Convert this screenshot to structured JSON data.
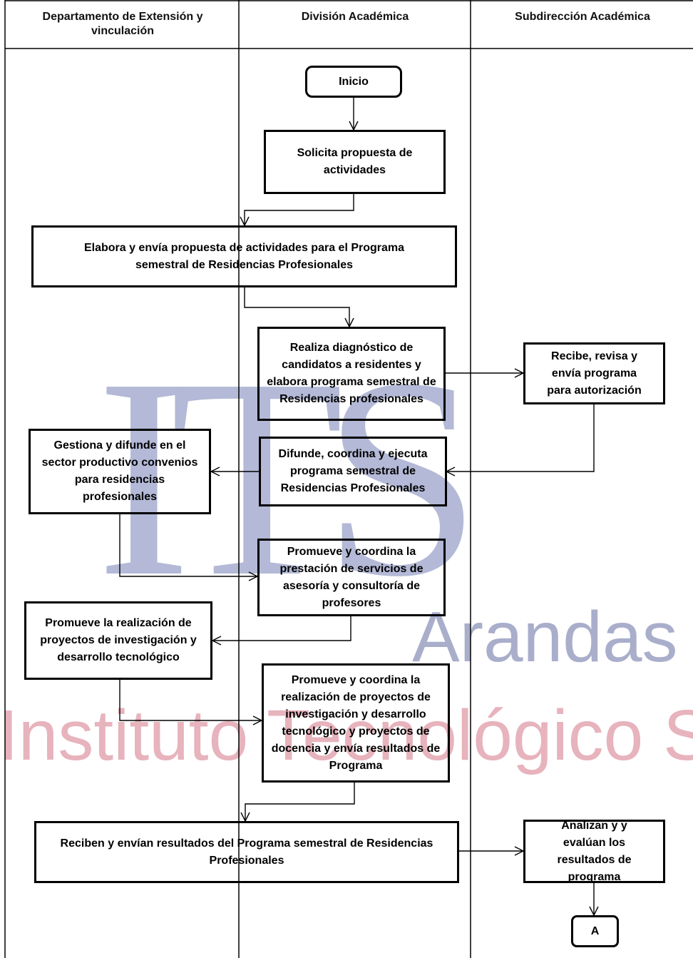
{
  "lanes": {
    "extension": "Departamento de Extensión y vinculación",
    "academic_division": "División Académica",
    "academic_subdirectorate": "Subdirección Académica"
  },
  "watermark": {
    "logo": "ITS",
    "city": "Arandas",
    "institute": "Instituto Tecnológico Superi",
    "colors": {
      "logo": "#b3b9d6",
      "city": "#a9aecb",
      "institute": "#e7b3bd"
    }
  },
  "nodes": {
    "start": "Inicio",
    "request_proposal": "Solicita propuesta de actividades",
    "prepare_proposal": "Elabora y envía propuesta de actividades para el Programa semestral de Residencias Profesionales",
    "diagnosis": "Realiza diagnóstico de candidatos a residentes y elabora programa semestral de Residencias profesionales",
    "review_program": "Recibe, revisa y envía programa para autorización",
    "disseminate_program": "Difunde, coordina y ejecuta programa semestral de Residencias Profesionales",
    "manage_agreements": "Gestiona y difunde en el sector productivo convenios para residencias profesionales",
    "promote_advisory": "Promueve y coordina la prestación de servicios de asesoría y consultoría de profesores",
    "promote_research_ext": "Promueve la realización de proyectos de investigación y desarrollo tecnológico",
    "coordinate_research": "Promueve y coordina la realización de proyectos de investigación y desarrollo tecnológico y proyectos de docencia y envía resultados de Programa",
    "receive_results": "Reciben y envían resultados del Programa semestral de Residencias Profesionales",
    "analyze_results": "Analizan y y evalúan los resultados de programa",
    "connector_a": "A"
  }
}
